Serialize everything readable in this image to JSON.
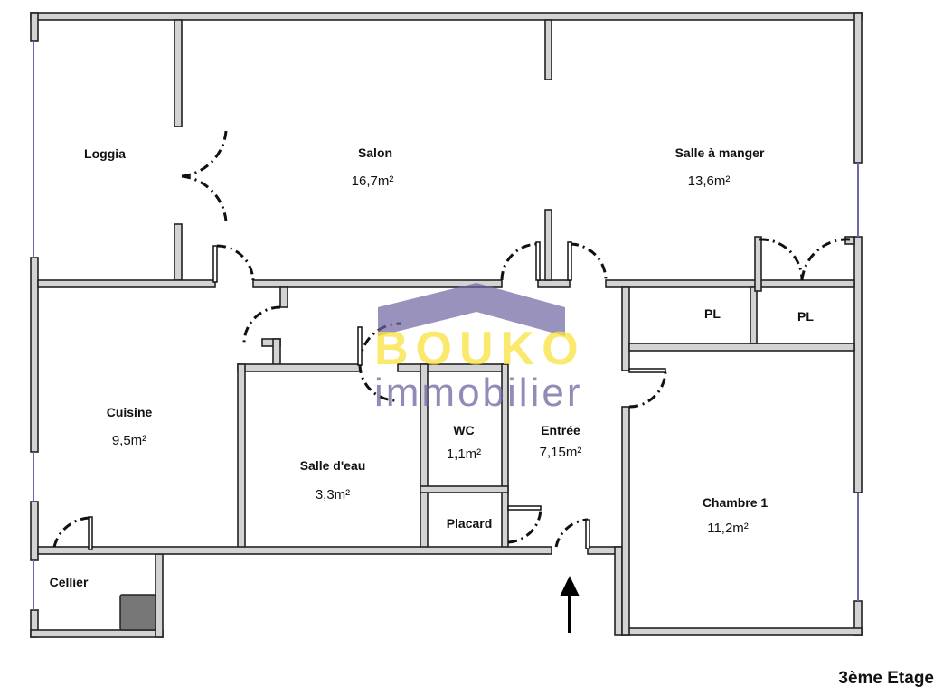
{
  "rooms": [
    {
      "name": "Loggia",
      "area": ""
    },
    {
      "name": "Salon",
      "area": "16,7m²"
    },
    {
      "name": "Salle à manger",
      "area": "13,6m²"
    },
    {
      "name": "PL",
      "area": ""
    },
    {
      "name": "PL",
      "area": ""
    },
    {
      "name": "Cuisine",
      "area": "9,5m²"
    },
    {
      "name": "Entrée",
      "area": "7,15m²"
    },
    {
      "name": "WC",
      "area": "1,1m²"
    },
    {
      "name": "Salle d'eau",
      "area": "3,3m²"
    },
    {
      "name": "Placard",
      "area": ""
    },
    {
      "name": "Chambre 1",
      "area": "11,2m²"
    },
    {
      "name": "Cellier",
      "area": ""
    }
  ],
  "watermark": {
    "brand": "BOUKO",
    "sub": "immobilier"
  },
  "floor_label": "3ème Etage",
  "colors": {
    "wall": "#d3d3d3",
    "window": "#6a6aa8",
    "watermark_yellow": "#fae13c",
    "watermark_purple": "#6e64a0"
  }
}
